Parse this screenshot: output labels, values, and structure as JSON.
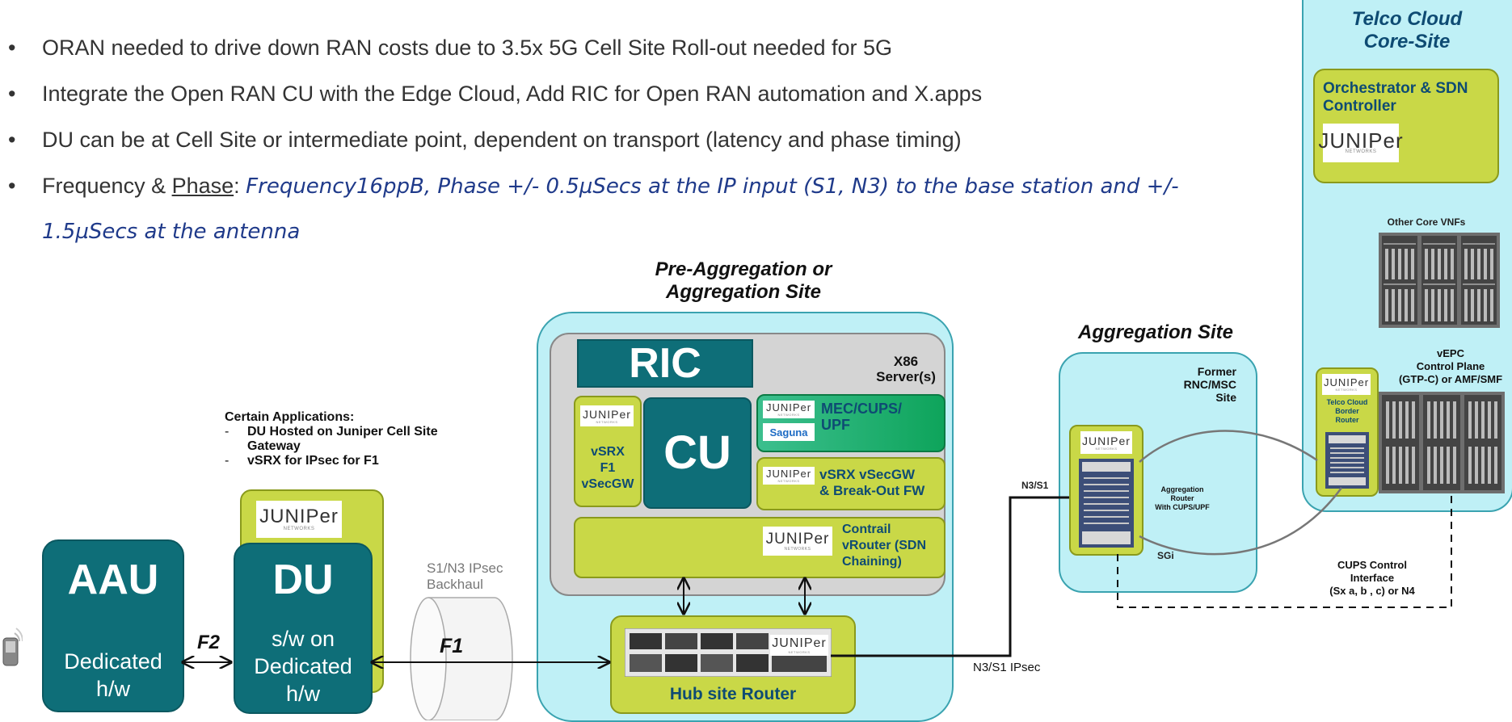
{
  "bullets": [
    {
      "text": "ORAN needed to drive down RAN costs due to 3.5x 5G Cell Site Roll-out needed for 5G"
    },
    {
      "text": "Integrate the Open RAN CU with the Edge Cloud, Add RIC for Open RAN automation and X.apps"
    },
    {
      "text": "DU can be at Cell Site or intermediate point, dependent on transport (latency and phase timing)"
    },
    {
      "prefix": "Frequency & ",
      "underlined": "Phase",
      "colon": ":",
      "italic_line1": "Frequency16ppB, Phase +/- 0.5µSecs at the IP input (S1, N3) to the base station and +/-",
      "italic_line2": "1.5µSecs at the antenna"
    }
  ],
  "bullet_glyph": "•",
  "logo": {
    "mark": "JUNIPer",
    "sub": "NETWORKS"
  },
  "core_site": {
    "title_line1": "Telco Cloud",
    "title_line2": "Core-Site",
    "orchestrator_line1": "Orchestrator & SDN",
    "orchestrator_line2": "Controller",
    "other_vnfs": "Other Core VNFs",
    "vepc_line1": "vEPC",
    "vepc_line2": "Control Plane",
    "vepc_line3": "(GTP-C) or AMF/SMF",
    "border_router_line1": "Telco Cloud",
    "border_router_line2": "Border",
    "border_router_line3": "Router"
  },
  "agg_site": {
    "title": "Aggregation Site",
    "former_line1": "Former",
    "former_line2": "RNC/MSC",
    "former_line3": "Site",
    "router_line1": "Aggregation",
    "router_line2": "Router",
    "router_line3": "With CUPS/UPF",
    "sgi": "SGi",
    "n3s1": "N3/S1"
  },
  "pre_agg": {
    "title_line1": "Pre-Aggregation or",
    "title_line2": "Aggregation Site",
    "ric": "RIC",
    "x86_line1": "X86",
    "x86_line2": "Server(s)",
    "cu": "CU",
    "vsrx_line1": "vSRX",
    "vsrx_line2": "F1",
    "vsrx_line3": "vSecGW",
    "mec_line1": "MEC/CUPS/",
    "mec_line2": "UPF",
    "saguna": "Saguna",
    "vsecgw_line1": "vSRX vSecGW",
    "vsecgw_line2": "& Break-Out FW",
    "contrail_line1": "Contrail",
    "contrail_line2": "vRouter (SDN",
    "contrail_line3": "Chaining)",
    "hub": "Hub site Router"
  },
  "cell": {
    "apps_title": "Certain Applications:",
    "apps_item1_line1": "DU Hosted on Juniper Cell Site",
    "apps_item1_line2": "Gateway",
    "apps_item2": "vSRX for IPsec for F1",
    "dash": "-",
    "aau_title": "AAU",
    "aau_line1": "Dedicated",
    "aau_line2": "h/w",
    "du_title": "DU",
    "du_line1": "s/w on",
    "du_line2": "Dedicated",
    "du_line3": "h/w",
    "f2": "F2",
    "f1": "F1",
    "backhaul_line1": "S1/N3 IPsec",
    "backhaul_line2": "Backhaul"
  },
  "links": {
    "n3s1_ipsec": "N3/S1 IPsec",
    "cups_line1": "CUPS Control",
    "cups_line2": "Interface",
    "cups_line3": "(Sx a, b , c) or N4"
  },
  "colors": {
    "teal": "#0e6e78",
    "lime": "#c9d847",
    "cyan": "#bff0f6",
    "server_gray": "#d4d4d4",
    "italic_blue": "#1f3a8a"
  }
}
